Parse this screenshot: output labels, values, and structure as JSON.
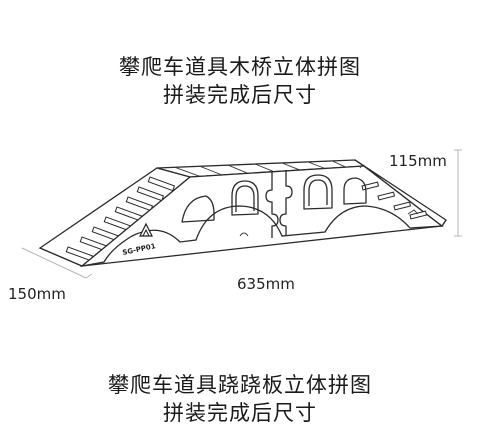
{
  "title_top_line1": "攀爬车道具木桥立体拼图",
  "title_top_line2": "拼装完成后尺寸",
  "title_bottom_line1": "攀爬车道具跷跷板立体拼图",
  "title_bottom_line2": "拼装完成后尺寸",
  "dimensions": {
    "height": "115mm",
    "length": "635mm",
    "width": "150mm"
  },
  "model_label": "SG-PP01",
  "icons": {
    "logo": "mountain-logo-icon"
  }
}
